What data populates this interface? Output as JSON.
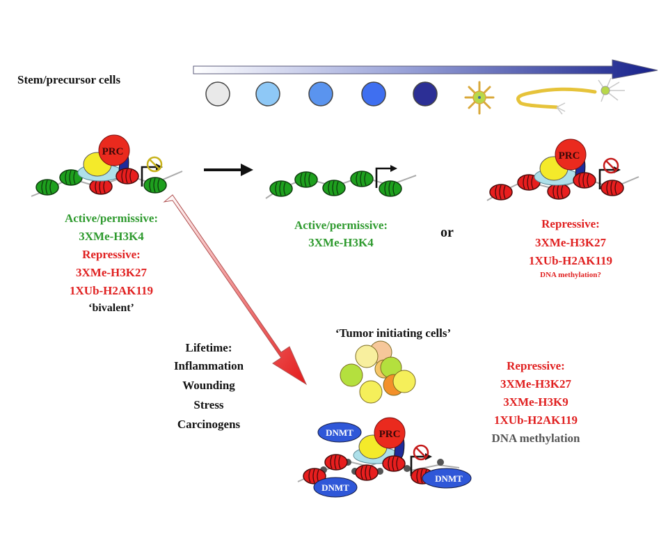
{
  "header": {
    "stem_label": "Stem/precursor cells"
  },
  "colors": {
    "active": "#2e9a2e",
    "repressive": "#e02020",
    "neutral": "#111111",
    "dna_methylation": "#555555",
    "arrow_blue": "#1f2a8f",
    "arrow_red": "#e41b1b",
    "prc": "#e8281e",
    "dnmt": "#2f57d8"
  },
  "differentiation_cells": [
    {
      "name": "cell-stage-1",
      "color": "#e9e9e9"
    },
    {
      "name": "cell-stage-2",
      "color": "#8ec8f6"
    },
    {
      "name": "cell-stage-3",
      "color": "#5a94ef"
    },
    {
      "name": "cell-stage-4",
      "color": "#3f6ff0"
    },
    {
      "name": "cell-stage-5",
      "color": "#2c2f95"
    }
  ],
  "bivalent": {
    "complex_label": "PRC",
    "active_heading": "Active/permissive:",
    "active_mark": "3XMe-H3K4",
    "repressive_heading": "Repressive:",
    "repressive_marks": [
      "3XMe-H3K27",
      "1XUb-H2AK119"
    ],
    "state_label": "‘bivalent’"
  },
  "active_outcome": {
    "heading": "Active/permissive:",
    "mark": "3XMe-H3K4"
  },
  "connector": "or",
  "repressed_outcome": {
    "complex_label": "PRC",
    "heading": "Repressive:",
    "marks": [
      "3XMe-H3K27",
      "1XUb-H2AK119"
    ],
    "note": "DNA methylation?"
  },
  "lifetime": {
    "heading": "Lifetime:",
    "factors": [
      "Inflammation",
      "Wounding",
      "Stress",
      "Carcinogens"
    ]
  },
  "tumor": {
    "title": "‘Tumor initiating cells’",
    "complex_label": "PRC",
    "dnmt_label": "DNMT",
    "heading": "Repressive:",
    "marks": [
      "3XMe-H3K27",
      "3XMe-H3K9",
      "1XUb-H2AK119"
    ],
    "dna_methylation": "DNA methylation"
  }
}
